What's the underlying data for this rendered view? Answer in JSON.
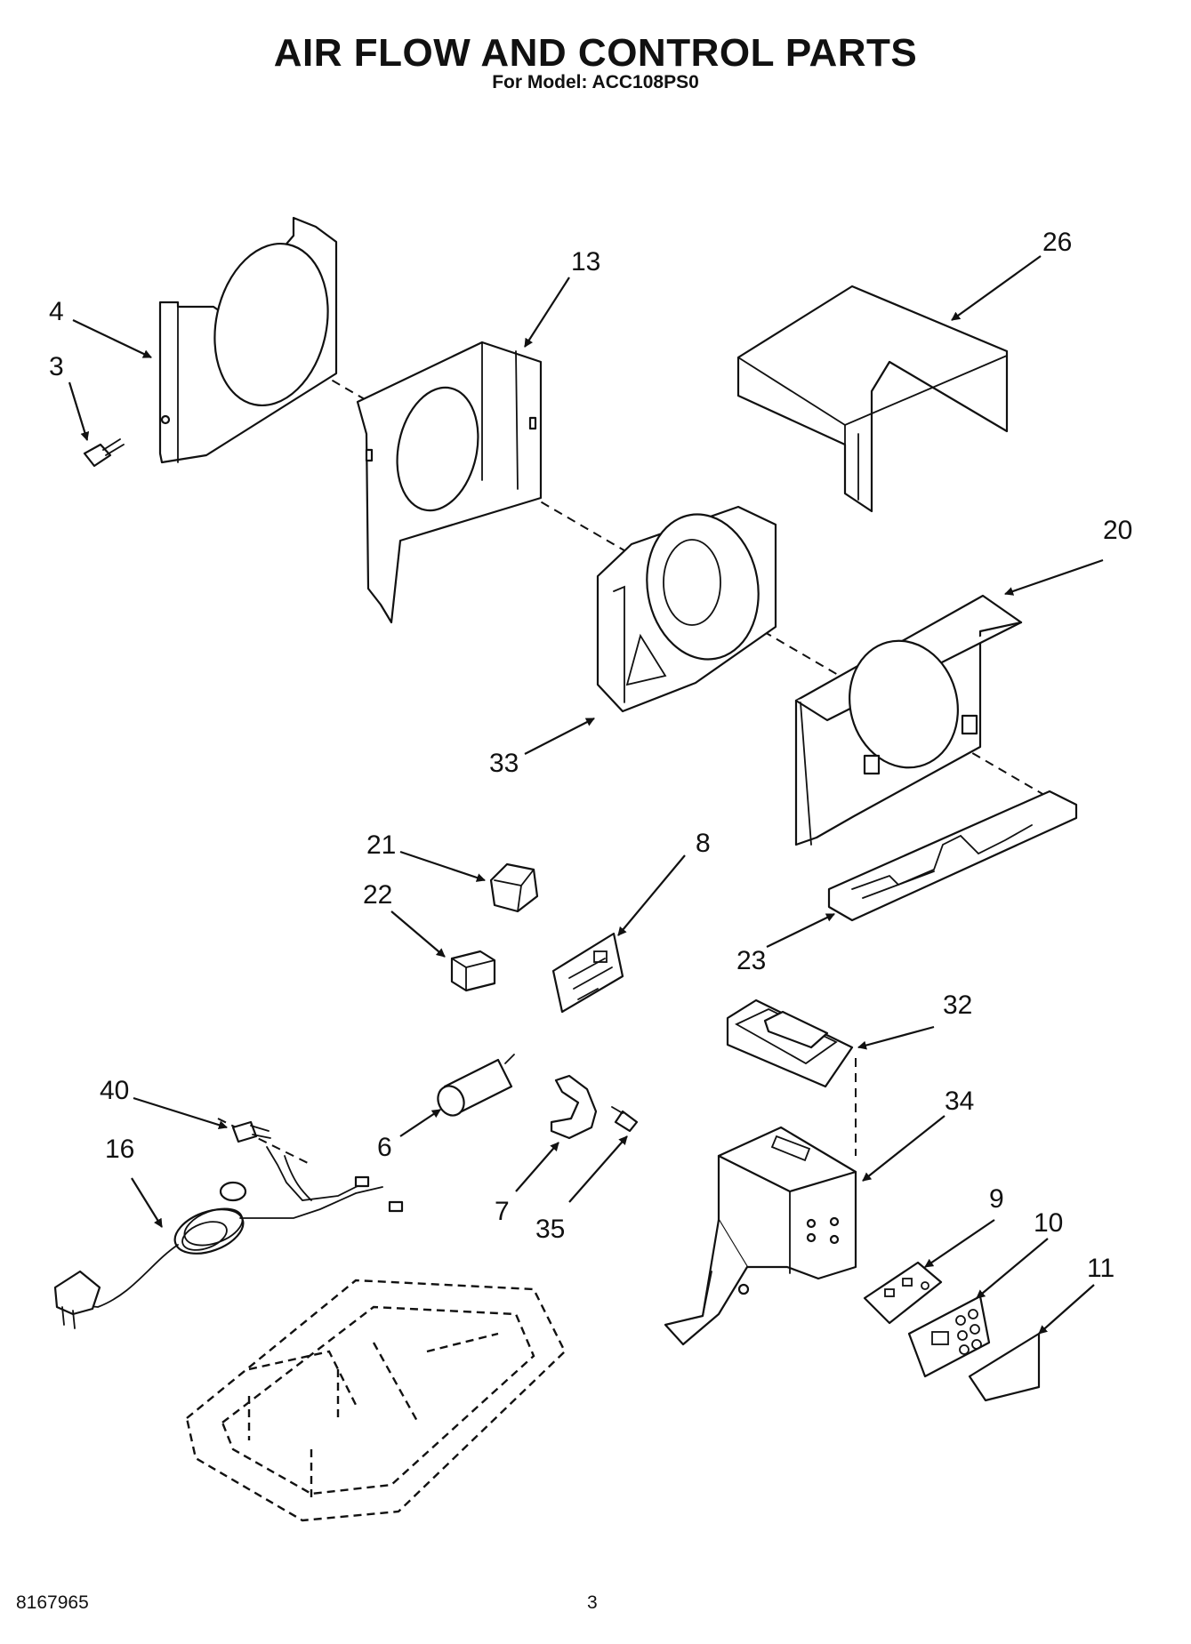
{
  "header": {
    "title": "AIR FLOW AND CONTROL PARTS",
    "subtitle": "For Model: ACC108PS0"
  },
  "footer": {
    "doc_number": "8167965",
    "page_number": "3"
  },
  "callouts": [
    "26",
    "13",
    "4",
    "3",
    "20",
    "33",
    "21",
    "8",
    "22",
    "23",
    "32",
    "40",
    "6",
    "34",
    "16",
    "7",
    "35",
    "9",
    "10",
    "11"
  ]
}
